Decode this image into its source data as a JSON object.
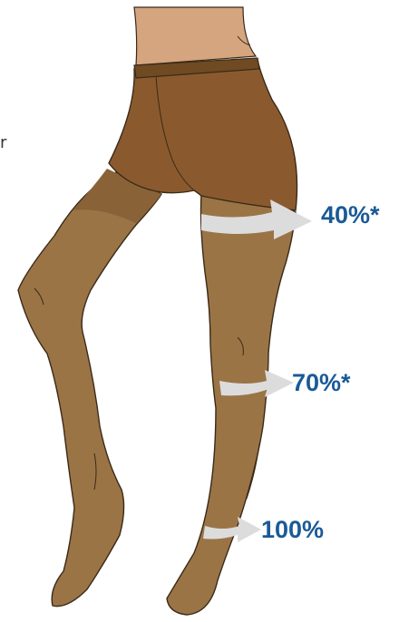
{
  "labels": {
    "thigh": "40%*",
    "knee": "70%*",
    "ankle": "100%"
  },
  "edge_fragment": "r",
  "colors": {
    "skin": "#d4a57f",
    "waistband": "#6f4a22",
    "brief": "#8a5a2e",
    "leg": "#9b7446",
    "leg_shadow": "#805c34",
    "outline": "#3a2a18",
    "arrow": "#dcdcdc",
    "label": "#1a5a96"
  },
  "icons": {
    "thigh_arrow": "right-arrow-icon",
    "knee_arrow": "right-arrow-icon",
    "ankle_arrow": "right-arrow-icon"
  }
}
